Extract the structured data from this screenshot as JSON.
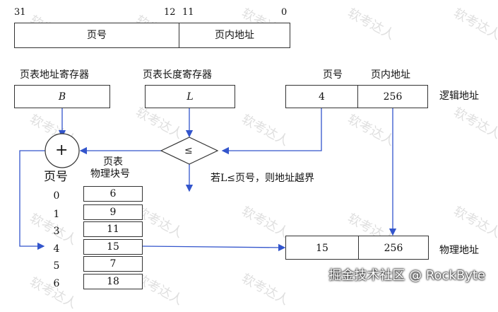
{
  "top": {
    "bit31": "31",
    "bit12": "12",
    "bit11": "11",
    "bit0": "0",
    "page_no": "页号",
    "offset": "页内地址"
  },
  "regs": {
    "ptr_label": "页表地址寄存器",
    "ptr_value": "B",
    "len_label": "页表长度寄存器",
    "len_value": "L"
  },
  "logical": {
    "page_header": "页号",
    "offset_header": "页内地址",
    "page_value": "4",
    "offset_value": "256",
    "label": "逻辑地址"
  },
  "compare": {
    "symbol": "≤",
    "plus": "+",
    "note": "若L≤页号，则地址越界"
  },
  "page_table": {
    "title_line1": "页表",
    "title_line2": "物理块号",
    "side_label": "页号",
    "rows": [
      {
        "page": "0",
        "block": "6"
      },
      {
        "page": "1",
        "block": "9"
      },
      {
        "page": "3",
        "block": "11"
      },
      {
        "page": "4",
        "block": "15"
      },
      {
        "page": "5",
        "block": "7"
      },
      {
        "page": "6",
        "block": "18"
      }
    ]
  },
  "physical": {
    "block_value": "15",
    "offset_value": "256",
    "label": "物理地址"
  },
  "watermark": "软考达人",
  "credit": "掘金技术社区 @ RockByte"
}
